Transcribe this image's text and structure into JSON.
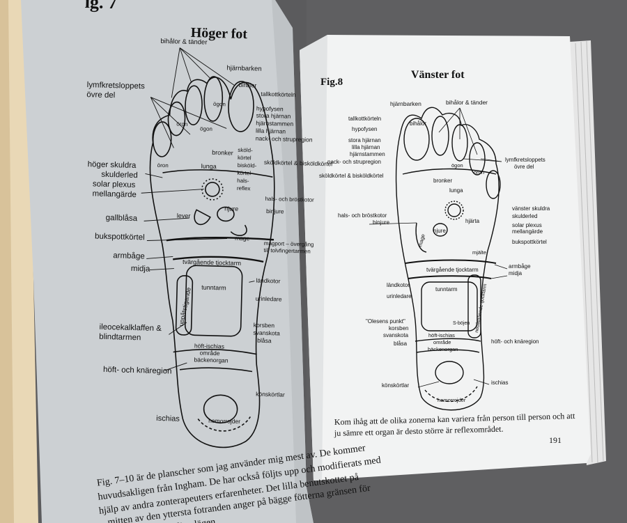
{
  "left_page": {
    "fig_label": "ig. 7",
    "title": "Höger fot",
    "labels": {
      "bihalor_tander": "bihålor & tänder",
      "hjarnbarken": "hjärnbarken",
      "bihalor": "bihålor",
      "tallkottkorteln": "tallkottkörteln",
      "hypofysen": "hypofysen",
      "stora_hjarnan": "stora hjärnan",
      "lilla_hjarnan": "lilla hjärnan",
      "hjarnstammen": "hjärnstammen",
      "nack_och_strupregion": "nack- och strupregion",
      "skoldkortel": "sköldkörtel & bisköldkörtel",
      "lymf1": "lymfkretsloppets",
      "lymf2": "övre del",
      "ogon": "ögon",
      "oron": "öron",
      "hoger_skuldra": "höger skuldra",
      "skulderled": "skulderled",
      "solar_plexus": "solar plexus",
      "mellangarde": "mellangärde",
      "bronker": "bronker",
      "lunga": "lunga",
      "hals_och_brostkotor": "hals- och bröstkotor",
      "binjure": "binjure",
      "njure": "njure",
      "lever": "lever",
      "gallblasa": "gallblåsa",
      "bukspottkortel": "bukspottkörtel",
      "mage": "mage",
      "magport1": "magport – övergång",
      "magport2": "till tolvfingertarmen",
      "armbage": "armbåge",
      "midja": "midja",
      "tvargaende": "tvärgående tjocktarm",
      "tunntarm": "tunntarm",
      "uppatstigande": "uppåtstigande",
      "landkotor": "ländkotor",
      "urinledare": "urinledare",
      "ileo1": "ileocekalklaffen &",
      "ileo2": "blindtarmen",
      "korsben": "korsben",
      "svanskota": "svanskota",
      "blasa": "blåsa",
      "hoft1": "höft-ischias",
      "hoft2": "område",
      "hoft3": "bäckenorgan",
      "hoft_och_knaregion": "höft- och knäregion",
      "konskortlar": "könskörtlar",
      "ischias": "ischias",
      "hemorrojder": "hemorrojder",
      "skold_short": "sköld-",
      "kortel": "körtel",
      "bisköld": "bisköld-",
      "hals_reflex": "hals-",
      "reflex": "reflex"
    },
    "body_lines": [
      "Fig. 7–10 är de planscher som jag använder mig mest av. De kommer",
      "huvudsakligen från Ingham. De har också följts upp och modifierats med",
      "hjälp av andra zonterapeuters erfarenheter. Det lilla benutskottet på",
      "mitten av den yttersta fotranden anger på bägge fötterna gränsen för",
      "farliga lägen"
    ]
  },
  "right_page": {
    "fig_label": "Fig.8",
    "title": "Vänster fot",
    "labels": {
      "hjarnbarken": "hjärnbarken",
      "bihalor_tander": "bihålor & tänder",
      "tallkottkorteln": "tallkottkörteln",
      "bihalor": "bihålor",
      "hypofysen": "hypofysen",
      "stora_hjarnan": "stora hjärnan",
      "lilla_hjarnan": "lilla hjärnan",
      "hjarnstammen": "hjärnstammen",
      "nack_och_strupregion": "nack- och strupregion",
      "skoldkortel": "sköldkörtel & bisköldkörtel",
      "lymf1": "lymfkretsloppets",
      "lymf2": "övre del",
      "ogon": "ögon",
      "oron": "öron",
      "bronker": "bronker",
      "lunga": "lunga",
      "hals_och_brostkotor": "hals- och bröstkotor",
      "binjure": "binjure",
      "njure": "njure",
      "hjarta": "hjärta",
      "mjalte": "mjälte",
      "mage": "mage",
      "vanster_skuldra": "vänster skuldra",
      "skulderled": "skulderled",
      "solar_plexus": "solar plexus",
      "mellangarde": "mellangärde",
      "bukspottkortel": "bukspottkörtel",
      "armbage": "armbåge",
      "midja": "midja",
      "tvargaende": "tvärgående tjocktarm",
      "landkotor": "ländkotor",
      "urinledare": "urinledare",
      "tunntarm": "tunntarm",
      "nedatgaende": "nedåtgående tjocktarm",
      "olesens": "\"Olesens punkt\"",
      "korsben": "korsben",
      "svanskota": "svanskota",
      "blasa": "blåsa",
      "s_bojen": "S-böjen",
      "hoft1": "höft-ischias",
      "hoft2": "område",
      "hoft3": "bäckenorgan",
      "hoft_och_knaregion": "höft- och knäregion",
      "konskortlar": "könskörtlar",
      "ischias": "ischias",
      "hemorrojder": "hemorrojder"
    },
    "caption_lines": [
      "Kom ihåg att de olika zonerna kan variera från person till person och att",
      "ju sämre ett organ är desto större är reflexområdet."
    ],
    "page_number": "191"
  },
  "colors": {
    "background": "#5a5a5c",
    "left_page": "#cfd3d6",
    "right_page": "#f3f4f4",
    "ink": "#111111"
  }
}
